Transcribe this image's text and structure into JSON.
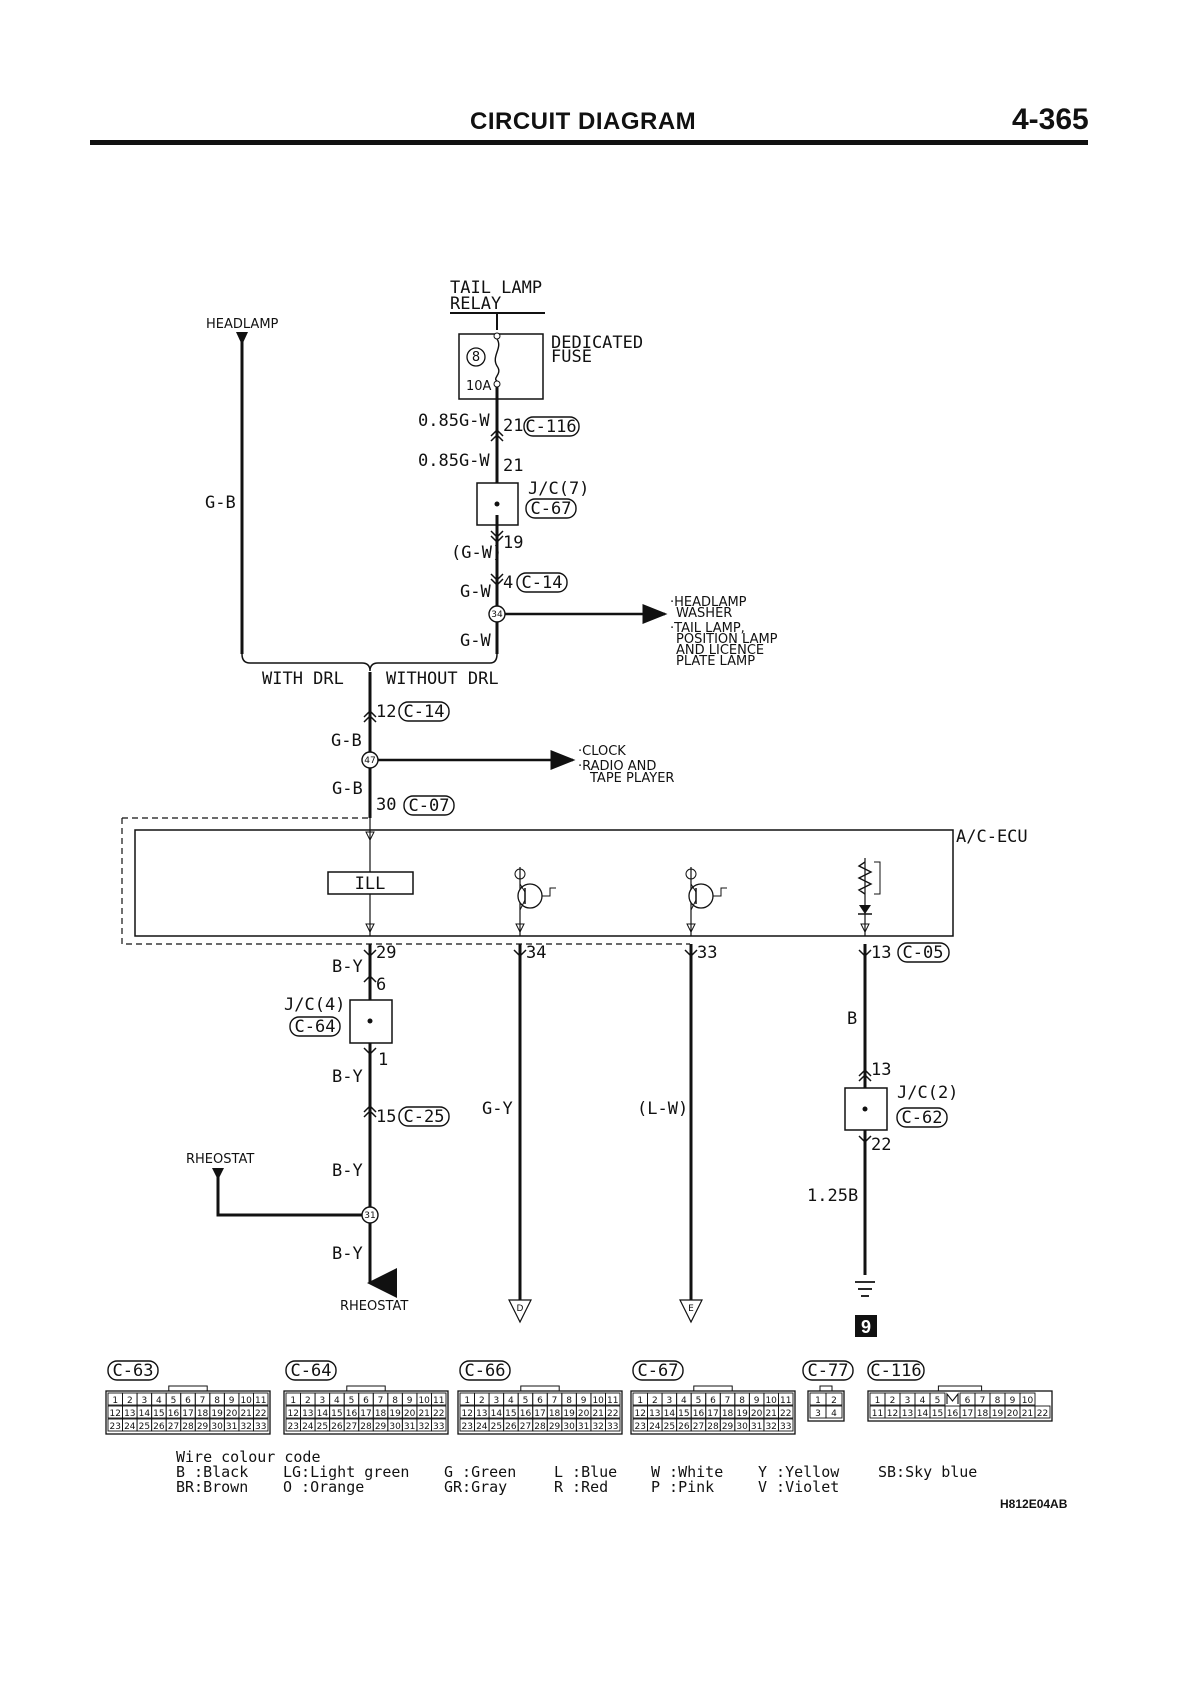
{
  "header": {
    "title": "CIRCUIT DIAGRAM",
    "page": "4-365"
  },
  "labels": {
    "tail_lamp": "TAIL LAMP",
    "relay": "RELAY",
    "dedicated": "DEDICATED",
    "fuse": "FUSE",
    "fuse_no": "8",
    "fuse_amp": "10A",
    "headlamp": "HEADLAMP",
    "w1": "0.85G-W",
    "w2": "0.85G-W",
    "gw_paren": "(G-W)",
    "gw1": "G-W",
    "gw2": "G-W",
    "gb_left": "G-B",
    "gb1": "G-B",
    "gb2": "G-B",
    "with_drl": "WITH DRL",
    "without_drl": "WITHOUT DRL",
    "jc7": "J/C(7)",
    "jc4": "J/C(4)",
    "jc2": "J/C(2)",
    "junc34": "34",
    "junc47": "47",
    "junc31": "31",
    "out1a": "·HEADLAMP",
    "out1b": "WASHER",
    "out1c": "·TAIL LAMP,",
    "out1d": "POSITION LAMP",
    "out1e": "AND LICENCE",
    "out1f": "PLATE LAMP",
    "out2a": "·CLOCK",
    "out2b": "·RADIO AND",
    "out2c": "TAPE PLAYER",
    "ecu": "A/C-ECU",
    "ill": "ILL",
    "by1": "B-Y",
    "by2": "B-Y",
    "by3": "B-Y",
    "by4": "B-Y",
    "gy": "G-Y",
    "lw": "(L-W)",
    "b": "B",
    "b125": "1.25B",
    "rheostat_in": "RHEOSTAT",
    "rheostat_out": "RHEOSTAT",
    "conn_d": "D",
    "conn_e": "E",
    "ground": "9"
  },
  "pins": {
    "p21a": "21",
    "p21b": "21",
    "p19": "19",
    "p4": "4",
    "p12": "12",
    "p30": "30",
    "p29": "29",
    "p34": "34",
    "p33": "33",
    "p13a": "13",
    "p6": "6",
    "p1": "1",
    "p15": "15",
    "p13b": "13",
    "p22": "22"
  },
  "connectors": {
    "c116": "C-116",
    "c67": "C-67",
    "c14a": "C-14",
    "c14b": "C-14",
    "c07": "C-07",
    "c05": "C-05",
    "c64": "C-64",
    "c25": "C-25",
    "c62": "C-62"
  },
  "connector_views": [
    {
      "id": "C-63",
      "rows": [
        [
          "1",
          "2",
          "3",
          "4",
          "5",
          "6",
          "7",
          "8",
          "9",
          "10",
          "11"
        ],
        [
          "12",
          "13",
          "14",
          "15",
          "16",
          "17",
          "18",
          "19",
          "20",
          "21",
          "22"
        ],
        [
          "23",
          "24",
          "25",
          "26",
          "27",
          "28",
          "29",
          "30",
          "31",
          "32",
          "33"
        ]
      ]
    },
    {
      "id": "C-64",
      "rows": [
        [
          "1",
          "2",
          "3",
          "4",
          "5",
          "6",
          "7",
          "8",
          "9",
          "10",
          "11"
        ],
        [
          "12",
          "13",
          "14",
          "15",
          "16",
          "17",
          "18",
          "19",
          "20",
          "21",
          "22"
        ],
        [
          "23",
          "24",
          "25",
          "26",
          "27",
          "28",
          "29",
          "30",
          "31",
          "32",
          "33"
        ]
      ]
    },
    {
      "id": "C-66",
      "rows": [
        [
          "1",
          "2",
          "3",
          "4",
          "5",
          "6",
          "7",
          "8",
          "9",
          "10",
          "11"
        ],
        [
          "12",
          "13",
          "14",
          "15",
          "16",
          "17",
          "18",
          "19",
          "20",
          "21",
          "22"
        ],
        [
          "23",
          "24",
          "25",
          "26",
          "27",
          "28",
          "29",
          "30",
          "31",
          "32",
          "33"
        ]
      ]
    },
    {
      "id": "C-67",
      "rows": [
        [
          "1",
          "2",
          "3",
          "4",
          "5",
          "6",
          "7",
          "8",
          "9",
          "10",
          "11"
        ],
        [
          "12",
          "13",
          "14",
          "15",
          "16",
          "17",
          "18",
          "19",
          "20",
          "21",
          "22"
        ],
        [
          "23",
          "24",
          "25",
          "26",
          "27",
          "28",
          "29",
          "30",
          "31",
          "32",
          "33"
        ]
      ]
    },
    {
      "id": "C-77",
      "rows": [
        [
          "1",
          "2"
        ],
        [
          "3",
          "4"
        ]
      ]
    },
    {
      "id": "C-116",
      "rows": [
        [
          "1",
          "2",
          "3",
          "4",
          "5",
          "",
          "6",
          "7",
          "8",
          "9",
          "10"
        ],
        [
          "11",
          "12",
          "13",
          "14",
          "15",
          "16",
          "17",
          "18",
          "19",
          "20",
          "21",
          "22"
        ]
      ]
    }
  ],
  "legend": {
    "title": "Wire colour code",
    "row1": [
      "B :Black",
      "LG:Light green",
      "G :Green",
      "L :Blue",
      "W :White",
      "Y :Yellow",
      "SB:Sky blue"
    ],
    "row2": [
      "BR:Brown",
      "O :Orange",
      "GR:Gray",
      "R :Red",
      "P :Pink",
      "V :Violet"
    ]
  },
  "code": "H812E04AB"
}
